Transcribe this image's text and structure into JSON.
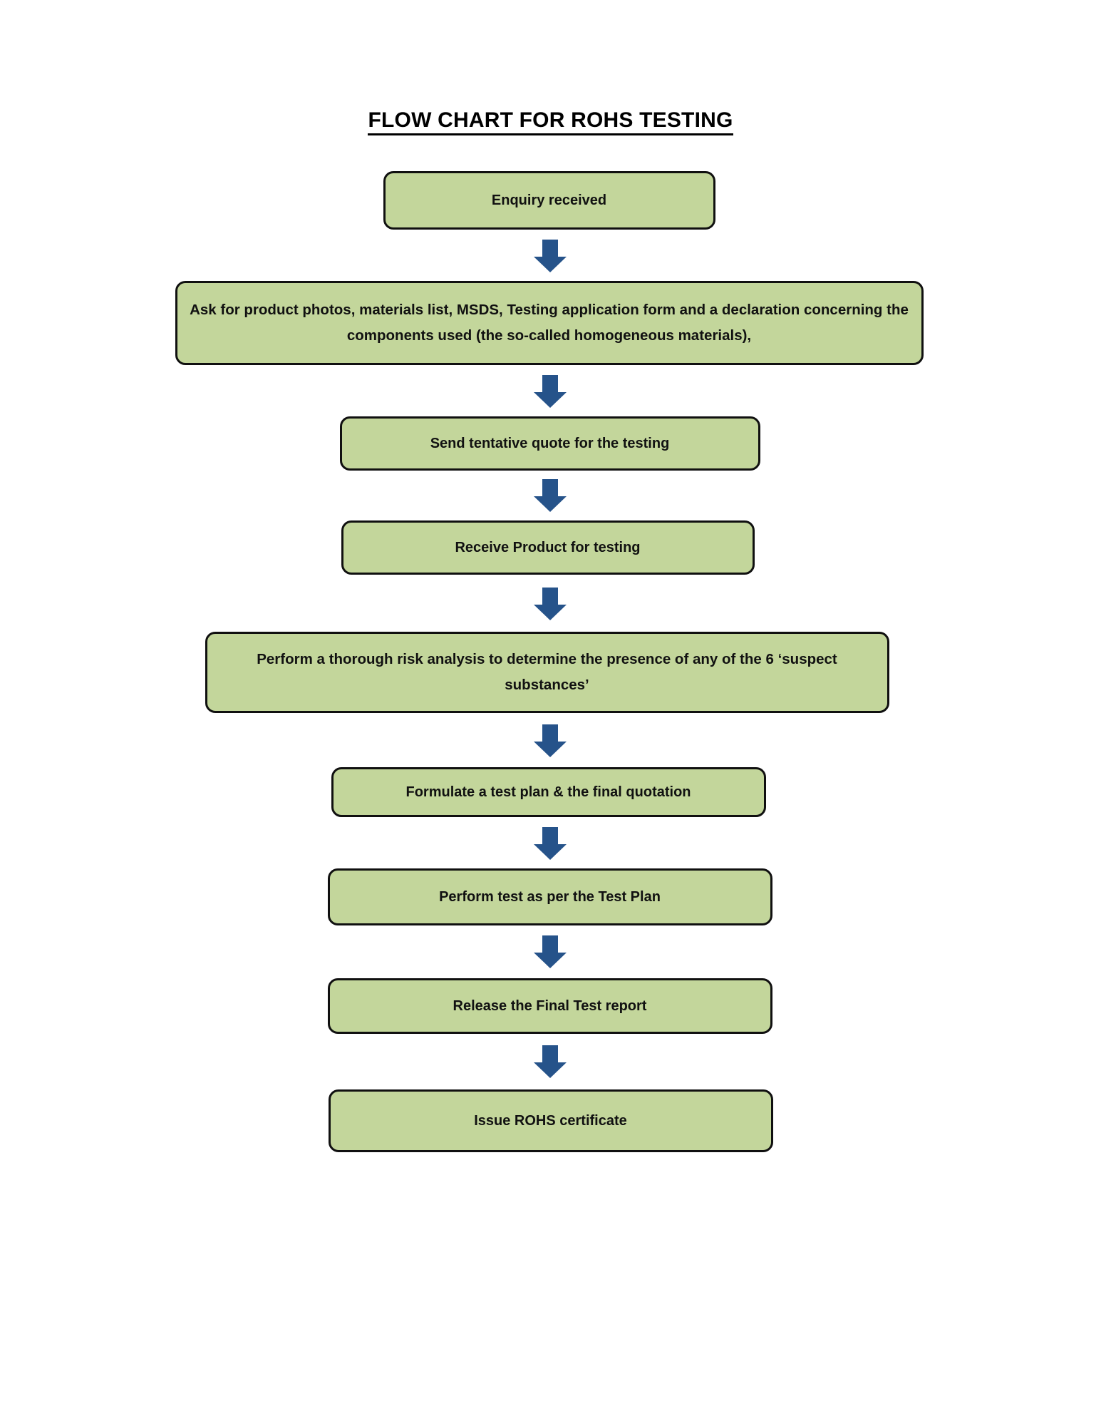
{
  "document": {
    "title": "FLOW CHART FOR ROHS TESTING"
  },
  "colors": {
    "node_fill": "#c3d69b",
    "node_border": "#101010",
    "arrow": "#26538a",
    "text": "#111111",
    "page_background": "#ffffff"
  },
  "chart_data": {
    "type": "diagram",
    "diagram_kind": "flowchart",
    "orientation": "top-to-bottom",
    "title": "FLOW CHART FOR ROHS TESTING",
    "node_count": 9,
    "connector_count": 8,
    "connector_icon": "down-block-arrow-icon",
    "nodes": [
      {
        "id": "n1",
        "label": "Enquiry received"
      },
      {
        "id": "n2",
        "label": "Ask for product photos, materials list, MSDS, Testing application form and a declaration concerning the components used (the so-called homogeneous materials),"
      },
      {
        "id": "n3",
        "label": "Send tentative quote for the testing"
      },
      {
        "id": "n4",
        "label": "Receive Product for testing"
      },
      {
        "id": "n5",
        "label": "Perform a thorough risk analysis to determine the presence of any of the 6 ‘suspect substances’"
      },
      {
        "id": "n6",
        "label": "Formulate a test plan & the final quotation"
      },
      {
        "id": "n7",
        "label": "Perform test as per the Test Plan"
      },
      {
        "id": "n8",
        "label": "Release the Final Test report"
      },
      {
        "id": "n9",
        "label": "Issue ROHS certificate"
      }
    ],
    "edges": [
      {
        "from": "n1",
        "to": "n2"
      },
      {
        "from": "n2",
        "to": "n3"
      },
      {
        "from": "n3",
        "to": "n4"
      },
      {
        "from": "n4",
        "to": "n5"
      },
      {
        "from": "n5",
        "to": "n6"
      },
      {
        "from": "n6",
        "to": "n7"
      },
      {
        "from": "n7",
        "to": "n8"
      },
      {
        "from": "n8",
        "to": "n9"
      }
    ]
  }
}
